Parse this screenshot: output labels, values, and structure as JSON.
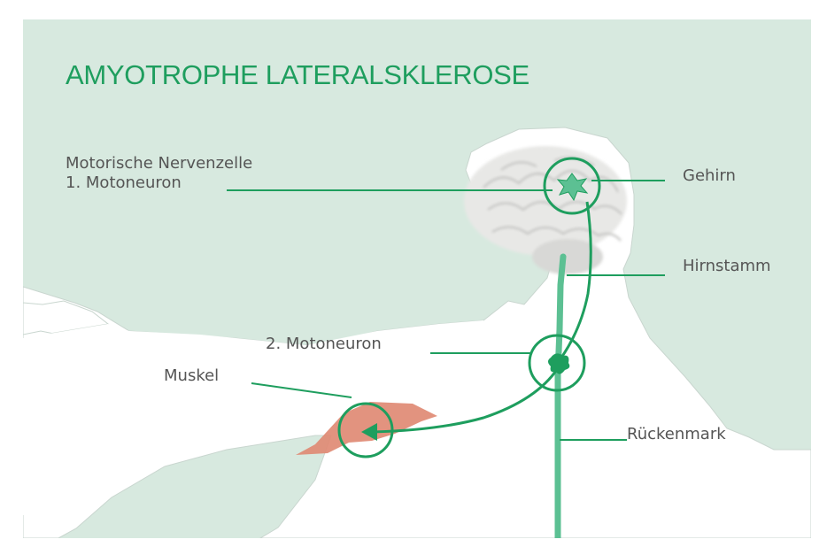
{
  "title": "AMYOTROPHE LATERALSKLEROSE",
  "labels": {
    "motor_line1": "Motorische Nervenzelle",
    "motor_line2": "1. Motoneuron",
    "gehirn": "Gehirn",
    "hirnstamm": "Hirnstamm",
    "moto2": "2. Motoneuron",
    "muskel": "Muskel",
    "rueckenmark": "Rückenmark"
  },
  "colors": {
    "background": "#d7e9df",
    "accent_green": "#1e9e5e",
    "nerve_green": "#5cc093",
    "muscle": "#e08a74",
    "body": "#ffffff",
    "label_text": "#555555"
  }
}
